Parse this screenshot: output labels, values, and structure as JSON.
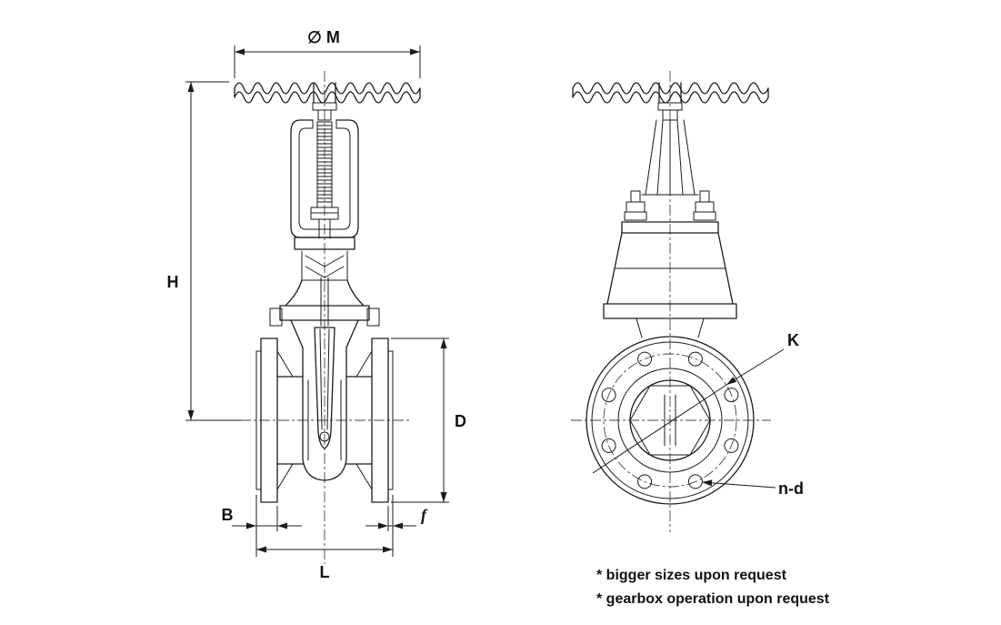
{
  "colors": {
    "line": "#1a1a1a",
    "centerline": "#444444",
    "background": "#ffffff",
    "text": "#111111"
  },
  "front_view": {
    "labels": {
      "diameter_m": "∅ M",
      "height_h": "H",
      "flange_od_d": "D",
      "flange_thickness_b": "B",
      "raised_face_f": "f",
      "face_to_face_l": "L"
    }
  },
  "side_view": {
    "labels": {
      "bolt_circle_k": "K",
      "bolt_holes_nd": "n-d"
    }
  },
  "notes": [
    "* bigger sizes upon request",
    "* gearbox operation upon request"
  ]
}
